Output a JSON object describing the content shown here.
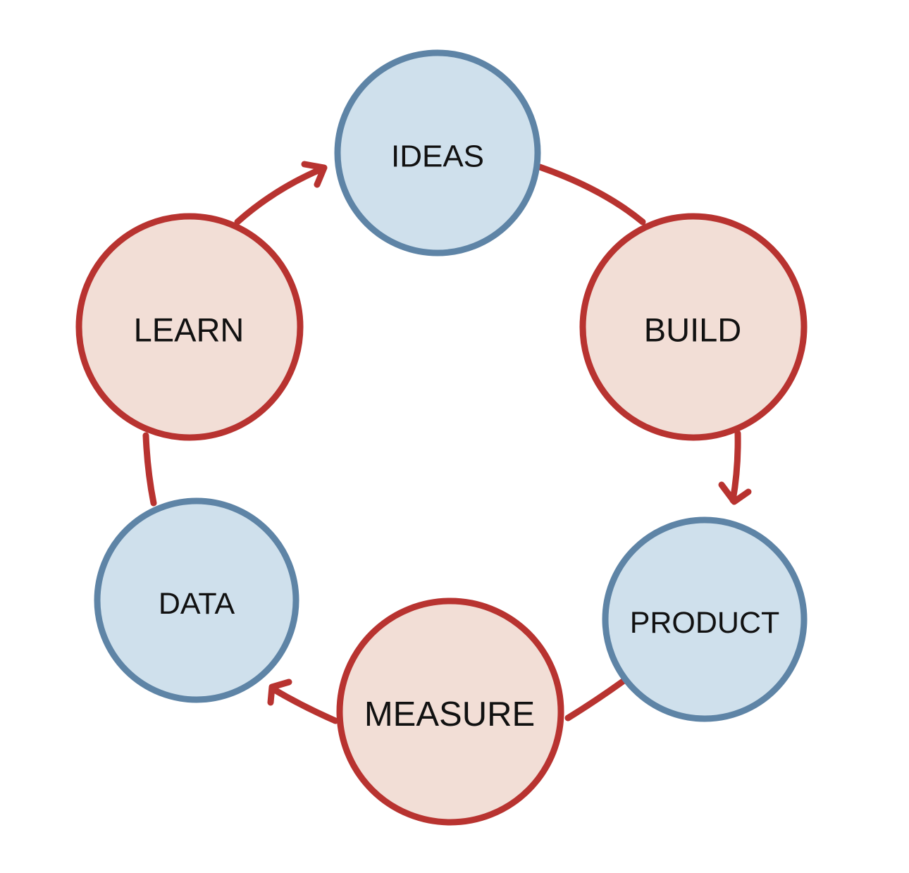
{
  "diagram": {
    "type": "cycle",
    "colors": {
      "blue_fill": "#cfe0ec",
      "blue_stroke": "#5e84a6",
      "red_fill": "#f2ded6",
      "red_stroke": "#b83330",
      "connector": "#b83330",
      "text": "#111111",
      "background": "#ffffff"
    },
    "nodes": [
      {
        "id": "ideas",
        "label": "IDEAS",
        "style": "blue"
      },
      {
        "id": "build",
        "label": "BUILD",
        "style": "red"
      },
      {
        "id": "product",
        "label": "PRODUCT",
        "style": "blue"
      },
      {
        "id": "measure",
        "label": "MEASURE",
        "style": "red"
      },
      {
        "id": "data",
        "label": "DATA",
        "style": "blue"
      },
      {
        "id": "learn",
        "label": "LEARN",
        "style": "red"
      }
    ],
    "edges": [
      {
        "from": "ideas",
        "to": "build",
        "arrowhead": false
      },
      {
        "from": "build",
        "to": "product",
        "arrowhead": true
      },
      {
        "from": "product",
        "to": "measure",
        "arrowhead": false
      },
      {
        "from": "measure",
        "to": "data",
        "arrowhead": true
      },
      {
        "from": "data",
        "to": "learn",
        "arrowhead": false
      },
      {
        "from": "learn",
        "to": "ideas",
        "arrowhead": true
      }
    ]
  }
}
